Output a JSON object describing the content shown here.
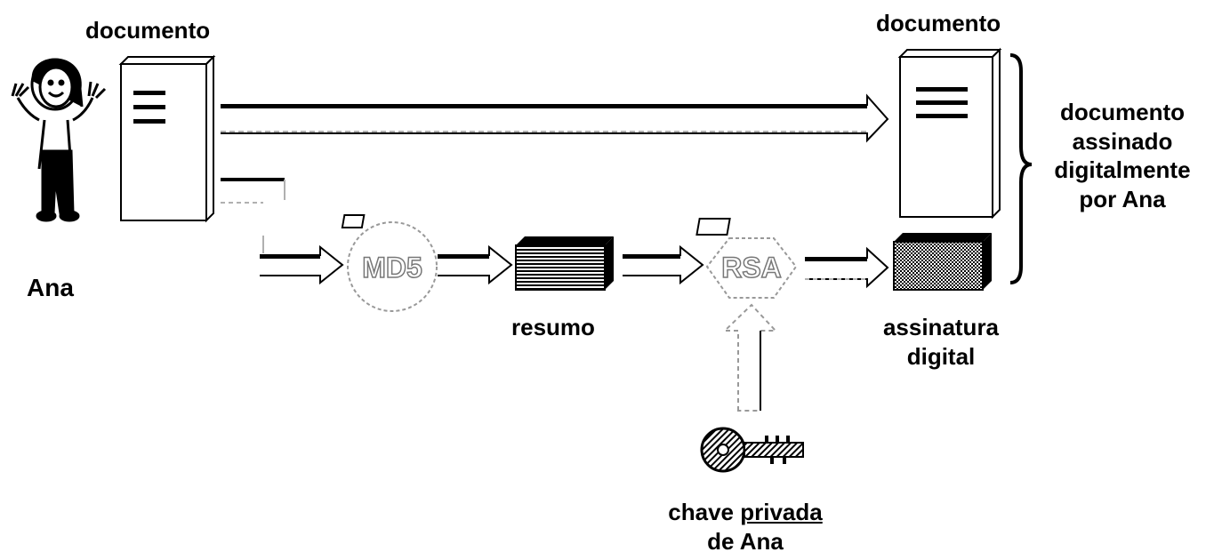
{
  "labels": {
    "doc_left": "documento",
    "doc_right": "documento",
    "ana": "Ana",
    "resumo": "resumo",
    "assinatura_line1": "assinatura",
    "assinatura_line2": "digital",
    "signed_line1": "documento",
    "signed_line2": "assinado",
    "signed_line3": "digitalmente",
    "signed_line4": "por Ana",
    "key_word1": "chave",
    "key_word2": "privada",
    "key_line2": "de Ana"
  },
  "nodes": {
    "hash_function": "MD5",
    "cipher": "RSA"
  },
  "colors": {
    "ink": "#000000",
    "paper": "#ffffff",
    "faint": "#b0b0b0"
  }
}
